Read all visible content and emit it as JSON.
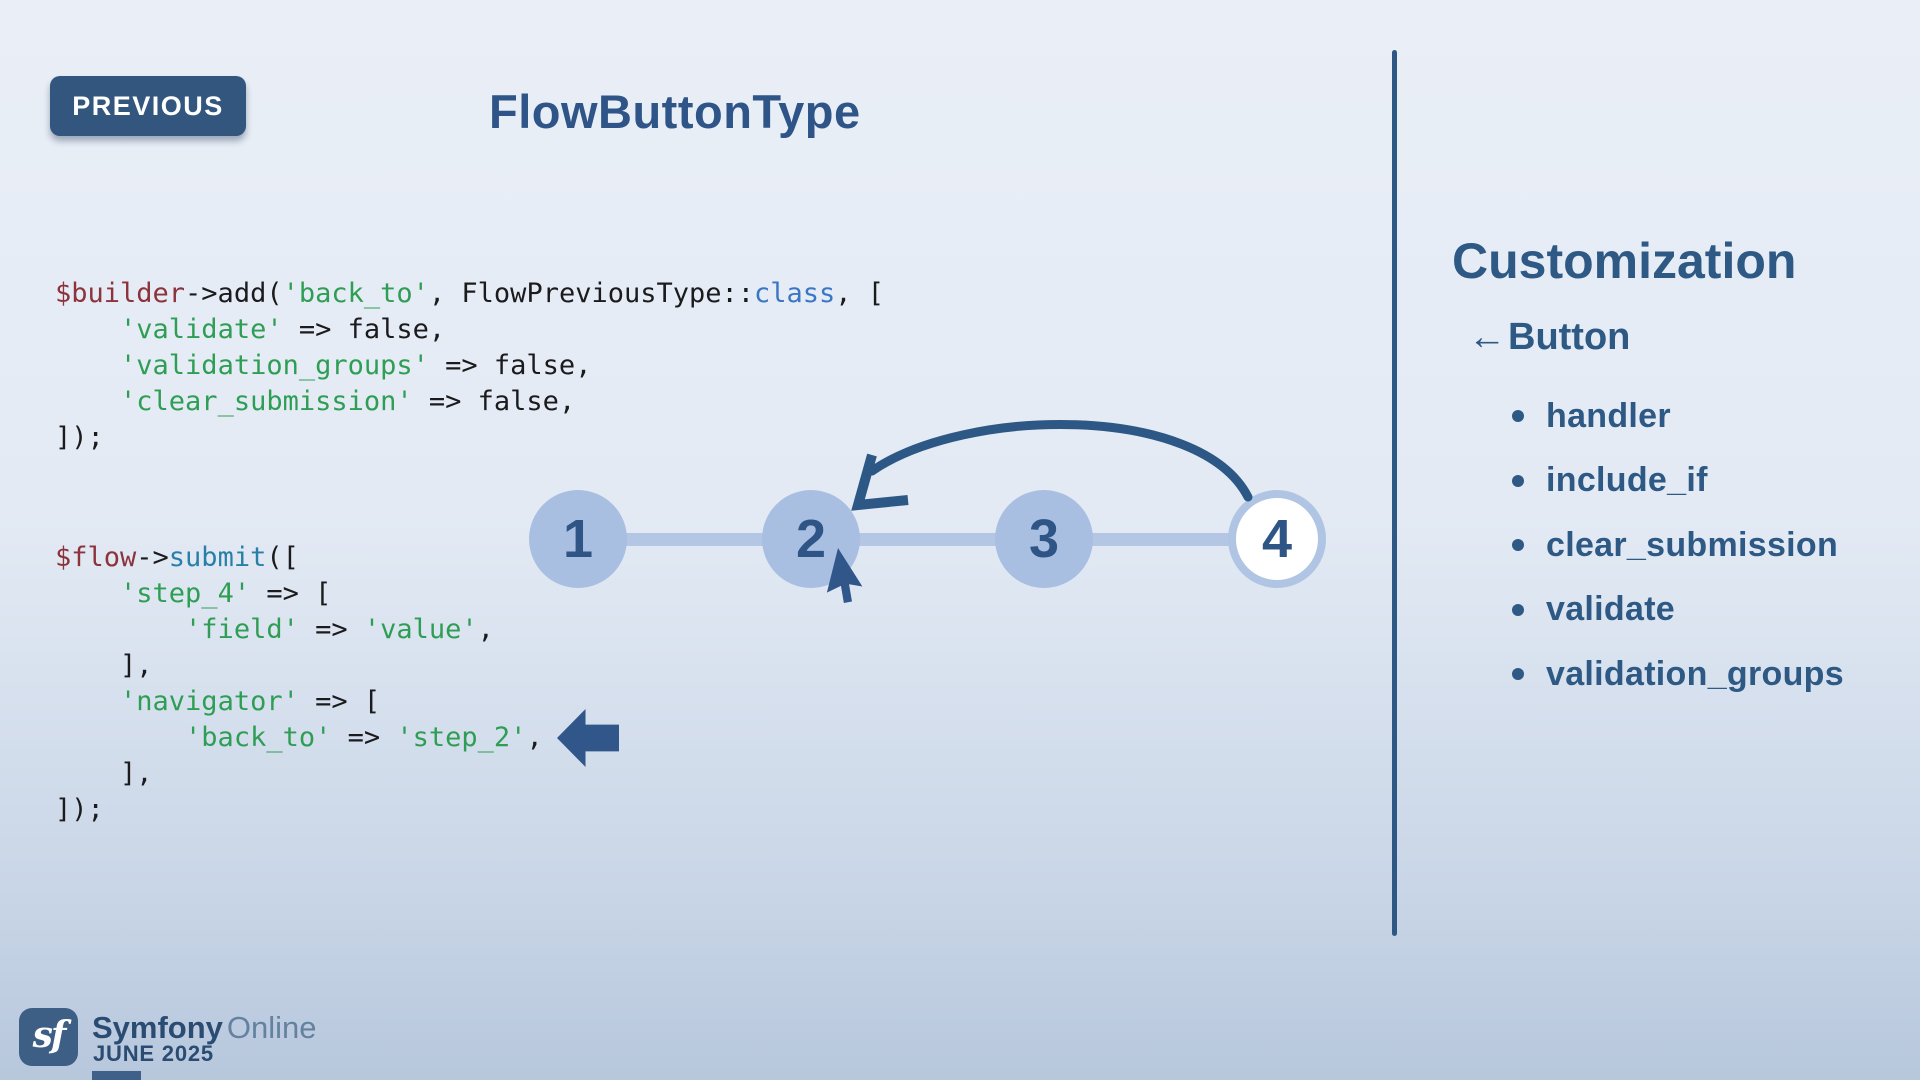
{
  "header": {
    "previous_button_label": "PREVIOUS",
    "title": "FlowButtonType"
  },
  "code_block_1": {
    "lines": [
      [
        {
          "t": "$builder",
          "c": "var"
        },
        {
          "t": "->add(",
          "c": "plain"
        },
        {
          "t": "'back_to'",
          "c": "str"
        },
        {
          "t": ", FlowPreviousType::",
          "c": "plain"
        },
        {
          "t": "class",
          "c": "kw"
        },
        {
          "t": ", [",
          "c": "plain"
        }
      ],
      [
        {
          "t": "    ",
          "c": "plain"
        },
        {
          "t": "'validate'",
          "c": "str"
        },
        {
          "t": " => false,",
          "c": "plain"
        }
      ],
      [
        {
          "t": "    ",
          "c": "plain"
        },
        {
          "t": "'validation_groups'",
          "c": "str"
        },
        {
          "t": " => false,",
          "c": "plain"
        }
      ],
      [
        {
          "t": "    ",
          "c": "plain"
        },
        {
          "t": "'clear_submission'",
          "c": "str"
        },
        {
          "t": " => false,",
          "c": "plain"
        }
      ],
      [
        {
          "t": "]);",
          "c": "plain"
        }
      ]
    ]
  },
  "code_block_2": {
    "lines": [
      [
        {
          "t": "$flow",
          "c": "var"
        },
        {
          "t": "->",
          "c": "plain"
        },
        {
          "t": "submit",
          "c": "fn"
        },
        {
          "t": "([",
          "c": "plain"
        }
      ],
      [
        {
          "t": "    ",
          "c": "plain"
        },
        {
          "t": "'step_4'",
          "c": "str"
        },
        {
          "t": " => [",
          "c": "plain"
        }
      ],
      [
        {
          "t": "        ",
          "c": "plain"
        },
        {
          "t": "'field'",
          "c": "str"
        },
        {
          "t": " => ",
          "c": "plain"
        },
        {
          "t": "'value'",
          "c": "str"
        },
        {
          "t": ",",
          "c": "plain"
        }
      ],
      [
        {
          "t": "    ],",
          "c": "plain"
        }
      ],
      [
        {
          "t": "    ",
          "c": "plain"
        },
        {
          "t": "'navigator'",
          "c": "str"
        },
        {
          "t": " => [",
          "c": "plain"
        }
      ],
      [
        {
          "t": "        ",
          "c": "plain"
        },
        {
          "t": "'back_to'",
          "c": "str"
        },
        {
          "t": " => ",
          "c": "plain"
        },
        {
          "t": "'step_2'",
          "c": "str"
        },
        {
          "t": ",",
          "c": "plain"
        }
      ],
      [
        {
          "t": "    ],",
          "c": "plain"
        }
      ],
      [
        {
          "t": "]);",
          "c": "plain"
        }
      ]
    ]
  },
  "diagram": {
    "steps": [
      "1",
      "2",
      "3",
      "4"
    ],
    "active_step": "4",
    "back_arrow": {
      "from": "4",
      "to": "2"
    }
  },
  "sidebar": {
    "heading": "Customization",
    "group_marker": "←",
    "group_label": "Button",
    "items": [
      "handler",
      "include_if",
      "clear_submission",
      "validate",
      "validation_groups"
    ]
  },
  "footer": {
    "logo_monogram": "sf",
    "brand": "Symfony",
    "brand_suffix": "Online",
    "event_date": "JUNE 2025"
  },
  "colors": {
    "accent_dark_blue": "#2e5586",
    "sidebar_text": "#2e5984",
    "button_background": "#33567f",
    "step_fill": "#a9bfe2",
    "connector": "#b3c6e4",
    "code_variable_red": "#8c333b",
    "code_string_green": "#2f9e55",
    "code_class_blue": "#3a76c4",
    "code_method_teal": "#2a7fa8"
  }
}
